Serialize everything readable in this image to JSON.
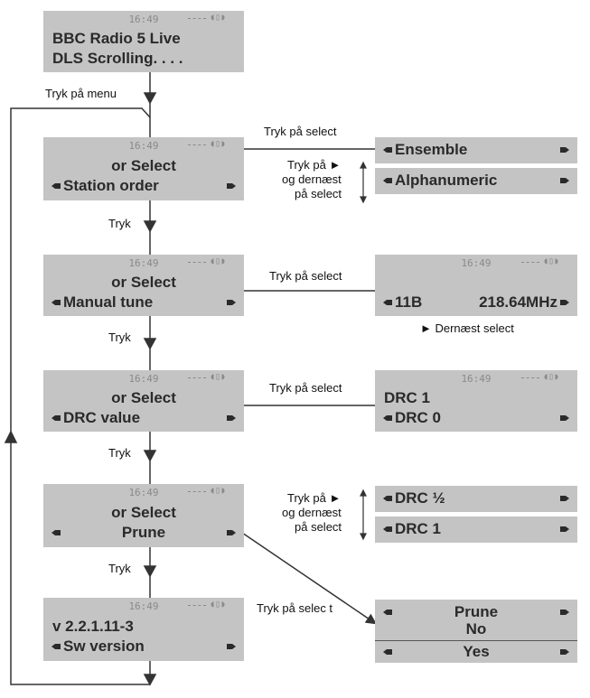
{
  "colors": {
    "lcd_bg": "#c4c4c4",
    "lcd_text": "#2a2a2a",
    "line": "#333333"
  },
  "main": {
    "screen1": {
      "time": "16:49",
      "line1": "BBC Radio 5 Live",
      "line2": "DLS Scrolling. . . ."
    },
    "screen2": {
      "time": "16:49",
      "line1": "or Select",
      "line2": "Station order"
    },
    "screen3": {
      "time": "16:49",
      "line1": "or Select",
      "line2": "Manual tune"
    },
    "screen4": {
      "time": "16:49",
      "line1": "or Select",
      "line2": "DRC value"
    },
    "screen5": {
      "time": "16:49",
      "line1": "or Select",
      "line2": "Prune"
    },
    "screen6": {
      "time": "16:49",
      "line1": "v 2.2.1.11-3",
      "line2": "Sw version"
    }
  },
  "side": {
    "station_order": {
      "opt1": "Ensemble",
      "opt2": "Alphanumeric"
    },
    "manual_tune": {
      "time": "16:49",
      "channel": "11B",
      "freq": "218.64MHz",
      "note": "► Dernæst select"
    },
    "drc_value": {
      "time": "16:49",
      "line1": "DRC 1",
      "line2": "DRC 0"
    },
    "drc_options": {
      "opt1": "DRC ½",
      "opt2": "DRC 1"
    },
    "prune": {
      "line1": "Prune",
      "line2": "No",
      "line3": "Yes"
    }
  },
  "labels": {
    "press_menu": "Tryk på menu",
    "press": "Tryk",
    "press_select": "Tryk på select",
    "press_select_typo": "Tryk på selec t",
    "press_arrow_1": "Tryk på ►",
    "press_arrow_2": "og dernæst",
    "press_arrow_3": "på select"
  }
}
